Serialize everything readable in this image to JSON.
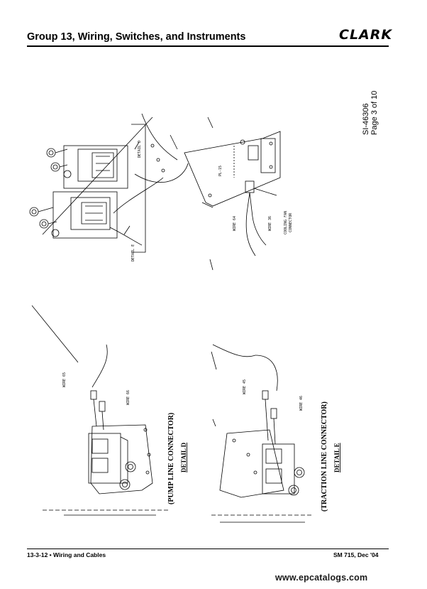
{
  "header": {
    "title": "Group 13, Wiring, Switches, and Instruments",
    "logo": "CLARK"
  },
  "sheet": {
    "id": "SI-46306",
    "page": "Page 3 of 10"
  },
  "figure": {
    "labels": {
      "detail_d": "DETAIL D",
      "detail_e": "DETAIL E",
      "pl_15": "PL-15",
      "wire_64": "WIRE 64",
      "wire_36": "WIRE 36",
      "cooling_fan": "COOLING FAN",
      "connector": "CONNECTOR",
      "wire_65": "WIRE 65",
      "wire_66": "WIRE 66",
      "wire_45": "WIRE 45",
      "wire_46": "WIRE 46"
    },
    "captions": {
      "pump": "(PUMP LINE CONNECTOR)",
      "pump_detail": "DETAIL D",
      "traction": "(TRACTION LINE CONNECTOR)",
      "traction_detail": "DETAIL E"
    }
  },
  "footer": {
    "left": "13-3-12 • Wiring and Cables",
    "right": "SM 715, Dec '04"
  },
  "watermark": "www.epcatalogs.com"
}
